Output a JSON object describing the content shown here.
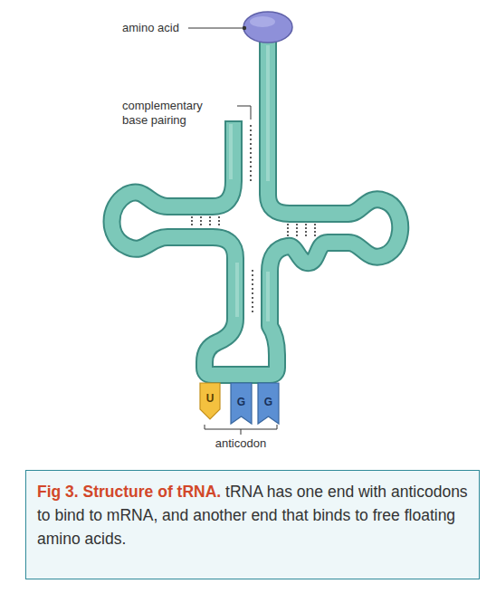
{
  "diagram": {
    "caption": "Fig 3. Structure of tRNA.",
    "nodes": [
      {
        "text": [
          "U"
        ]
      },
      {
        "text": [
          "G"
        ]
      },
      {
        "text": [
          "G"
        ]
      }
    ],
    "labels": [
      "amino acid",
      "complementary base pairing",
      "anticodon",
      "tRNA has one end with anticodons to bind to mRNA, and another end that binds to free floating amino acids."
    ]
  }
}
